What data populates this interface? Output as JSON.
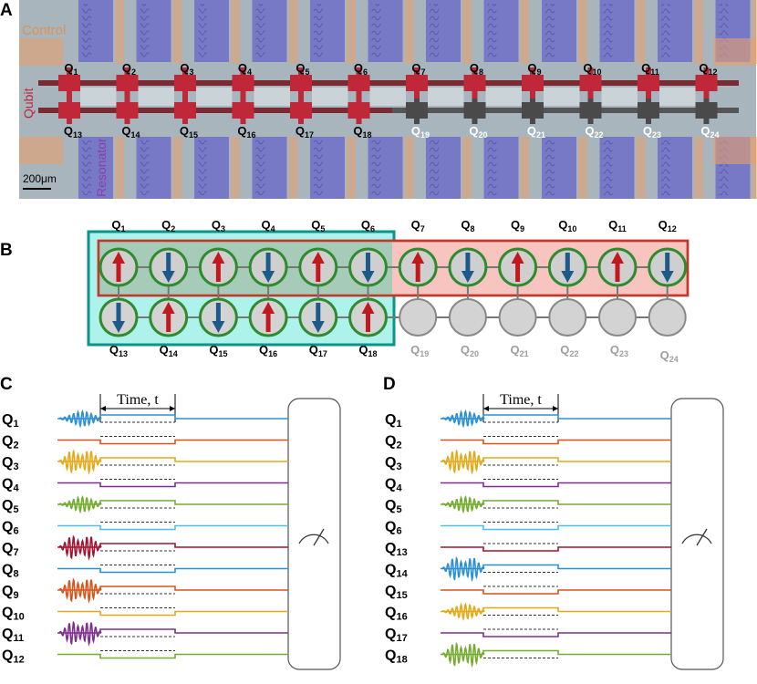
{
  "panels": {
    "a": "A",
    "b": "B",
    "c": "C",
    "d": "D"
  },
  "photo": {
    "labels": {
      "control": "Control",
      "qubit": "Qubit",
      "resonator": "Resonator",
      "scale": "200μm"
    },
    "colors": {
      "control": "#e8a06e",
      "qubit": "#c0283a",
      "resonator": "#8a3fa8",
      "background": "#a9b6bd",
      "pad": "#6f6fc8"
    },
    "top_qubits": [
      "Q1",
      "Q2",
      "Q3",
      "Q4",
      "Q5",
      "Q6",
      "Q7",
      "Q8",
      "Q9",
      "Q10",
      "Q11",
      "Q12"
    ],
    "bottom_qubits": [
      "Q13",
      "Q14",
      "Q15",
      "Q16",
      "Q17",
      "Q18",
      "Q19",
      "Q20",
      "Q21",
      "Q22",
      "Q23",
      "Q24"
    ]
  },
  "lattice": {
    "top_labels": [
      "Q1",
      "Q2",
      "Q3",
      "Q4",
      "Q5",
      "Q6",
      "Q7",
      "Q8",
      "Q9",
      "Q10",
      "Q11",
      "Q12"
    ],
    "bottom_labels": [
      "Q13",
      "Q14",
      "Q15",
      "Q16",
      "Q17",
      "Q18",
      "Q19",
      "Q20",
      "Q21",
      "Q22",
      "Q23",
      "Q24"
    ],
    "top_spins": [
      "up",
      "down",
      "up",
      "down",
      "up",
      "down",
      "up",
      "down",
      "up",
      "down",
      "up",
      "down"
    ],
    "bottom_spins": [
      "down",
      "up",
      "down",
      "up",
      "down",
      "up",
      "none",
      "none",
      "none",
      "none",
      "none",
      "none"
    ],
    "inactive_bottom_from": 6,
    "colors": {
      "up": "#c0191e",
      "down": "#1d5a8a",
      "ring": "#2e8b2e",
      "fill_top": "#cfcfcf",
      "fill_bottom": "#d3d3d3",
      "teal_box": "#0b9488",
      "teal_fill": "#aef2ec",
      "red_box": "#c0392b",
      "red_fill": "#f7c4c0"
    }
  },
  "panel_c": {
    "time_label": "Time, t",
    "channels": [
      {
        "q": "Q",
        "n": "1",
        "color": "#2b8fd6",
        "pulse": "single",
        "ptype": "high"
      },
      {
        "q": "Q",
        "n": "2",
        "color": "#d9541a",
        "pulse": "none",
        "ptype": "low"
      },
      {
        "q": "Q",
        "n": "3",
        "color": "#e6a817",
        "pulse": "double",
        "ptype": "high"
      },
      {
        "q": "Q",
        "n": "4",
        "color": "#7e2f8e",
        "pulse": "none",
        "ptype": "low"
      },
      {
        "q": "Q",
        "n": "5",
        "color": "#74ac2f",
        "pulse": "single",
        "ptype": "high"
      },
      {
        "q": "Q",
        "n": "6",
        "color": "#4dbeee",
        "pulse": "none",
        "ptype": "low"
      },
      {
        "q": "Q",
        "n": "7",
        "color": "#a2142f",
        "pulse": "double",
        "ptype": "high"
      },
      {
        "q": "Q",
        "n": "8",
        "color": "#2b8fd6",
        "pulse": "none",
        "ptype": "low"
      },
      {
        "q": "Q",
        "n": "9",
        "color": "#d9541a",
        "pulse": "double",
        "ptype": "high"
      },
      {
        "q": "Q",
        "n": "10",
        "color": "#e6a817",
        "pulse": "none",
        "ptype": "low"
      },
      {
        "q": "Q",
        "n": "11",
        "color": "#7e2f8e",
        "pulse": "double",
        "ptype": "high"
      },
      {
        "q": "Q",
        "n": "12",
        "color": "#74ac2f",
        "pulse": "none",
        "ptype": "low"
      }
    ]
  },
  "panel_d": {
    "time_label": "Time, t",
    "channels": [
      {
        "q": "Q",
        "n": "1",
        "color": "#2b8fd6",
        "pulse": "single",
        "ptype": "high"
      },
      {
        "q": "Q",
        "n": "2",
        "color": "#d9541a",
        "pulse": "none",
        "ptype": "low"
      },
      {
        "q": "Q",
        "n": "3",
        "color": "#e6a817",
        "pulse": "double",
        "ptype": "high"
      },
      {
        "q": "Q",
        "n": "4",
        "color": "#7e2f8e",
        "pulse": "none",
        "ptype": "low"
      },
      {
        "q": "Q",
        "n": "5",
        "color": "#74ac2f",
        "pulse": "single",
        "ptype": "high"
      },
      {
        "q": "Q",
        "n": "6",
        "color": "#4dbeee",
        "pulse": "none",
        "ptype": "low"
      },
      {
        "q": "Q",
        "n": "13",
        "color": "#a2142f",
        "pulse": "none",
        "ptype": "low"
      },
      {
        "q": "Q",
        "n": "14",
        "color": "#2b8fd6",
        "pulse": "double",
        "ptype": "high"
      },
      {
        "q": "Q",
        "n": "15",
        "color": "#d9541a",
        "pulse": "none",
        "ptype": "low"
      },
      {
        "q": "Q",
        "n": "16",
        "color": "#e6a817",
        "pulse": "single",
        "ptype": "high"
      },
      {
        "q": "Q",
        "n": "17",
        "color": "#7e2f8e",
        "pulse": "none",
        "ptype": "low"
      },
      {
        "q": "Q",
        "n": "18",
        "color": "#74ac2f",
        "pulse": "double",
        "ptype": "high"
      }
    ]
  }
}
